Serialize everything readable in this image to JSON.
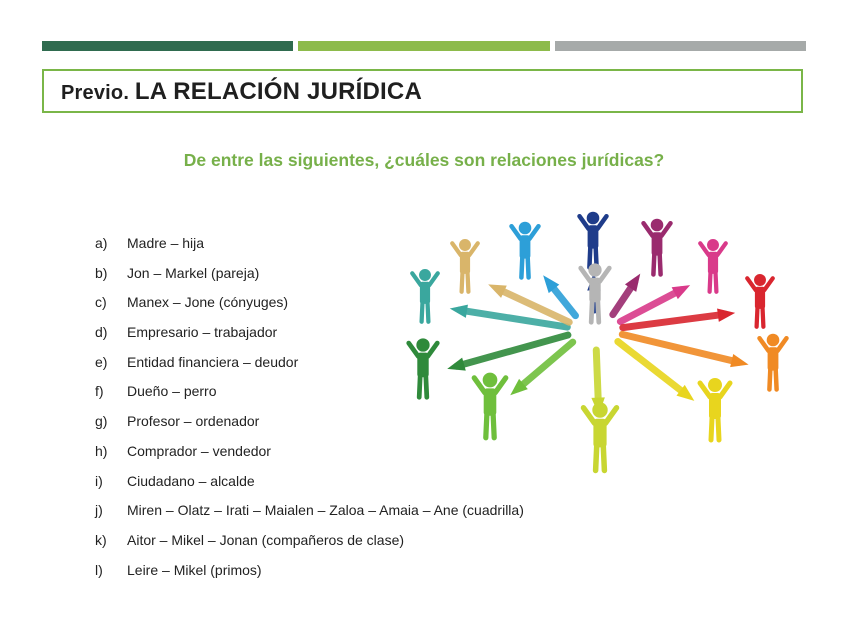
{
  "colors": {
    "bar1": "#2f6b4f",
    "bar2": "#8dbb4b",
    "bar3": "#a6aaa9",
    "accent": "#7ab648"
  },
  "header": {
    "title_part1": "Previo. ",
    "title_part2": "LA RELACIÓN JURÍDICA"
  },
  "question": "De entre las siguientes, ¿cuáles son relaciones jurídicas?",
  "items": [
    {
      "marker": "a)",
      "text": "Madre – hija"
    },
    {
      "marker": "b)",
      "text": "Jon – Markel (pareja)"
    },
    {
      "marker": "c)",
      "text": "Manex – Jone (cónyuges)"
    },
    {
      "marker": "d)",
      "text": "Empresario – trabajador"
    },
    {
      "marker": "e)",
      "text": "Entidad financiera – deudor"
    },
    {
      "marker": "f)",
      "text": "Dueño – perro"
    },
    {
      "marker": "g)",
      "text": "Profesor – ordenador"
    },
    {
      "marker": "h)",
      "text": "Comprador – vendedor"
    },
    {
      "marker": "i)",
      "text": "Ciudadano – alcalde"
    },
    {
      "marker": "j)",
      "text": "Miren – Olatz – Irati – Maialen – Zaloa – Amaia – Ane (cuadrilla)"
    },
    {
      "marker": "k)",
      "text": "Aitor – Mikel – Jonan (compañeros de clase)"
    },
    {
      "marker": "l)",
      "text": "Leire – Mikel (primos)"
    }
  ],
  "illustration": {
    "icon": "people-network-illustration"
  }
}
